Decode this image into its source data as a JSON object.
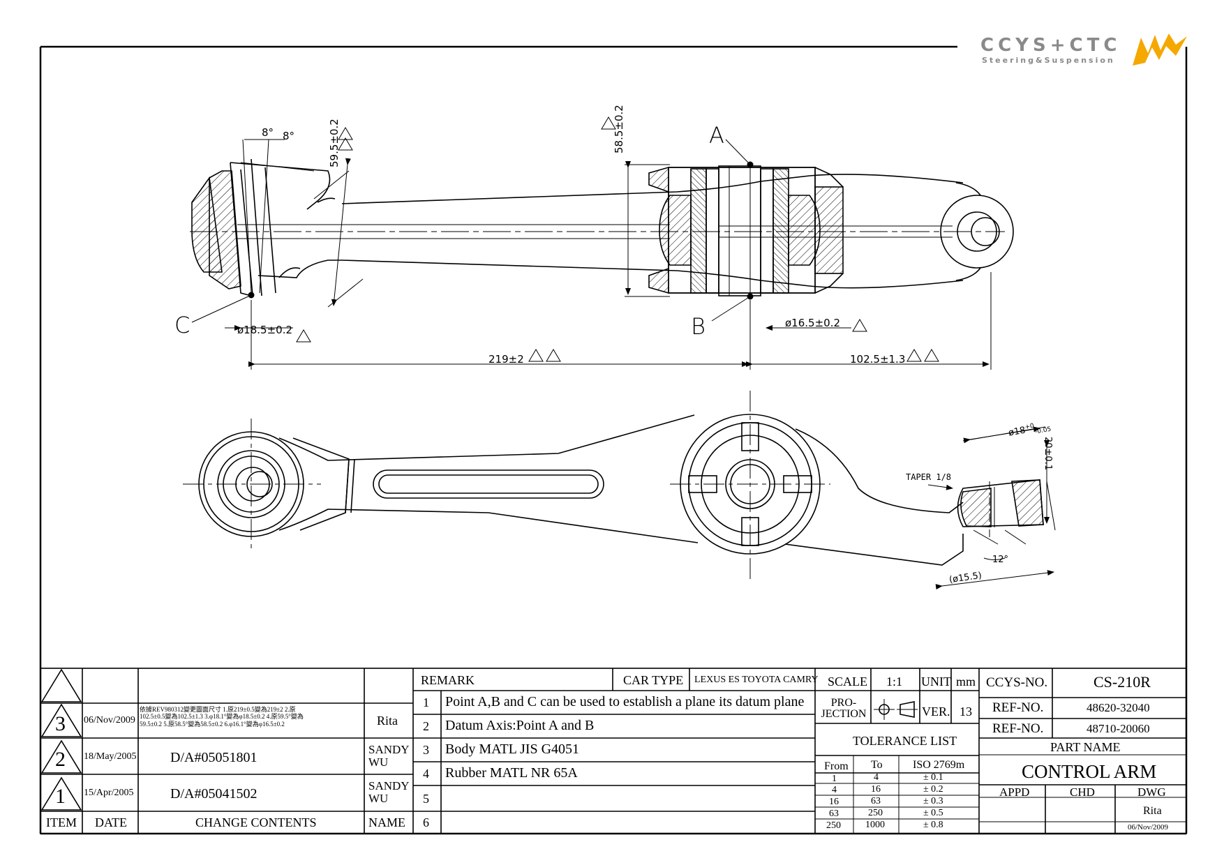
{
  "logo": {
    "brand": "CCYS+CTC",
    "tagline": "Steering&Suspension",
    "accent_color": "#f5a800"
  },
  "drawing": {
    "points": {
      "a": "A",
      "b": "B",
      "c": "C"
    },
    "angle_left": "8°",
    "angle_right": "8°",
    "dim_59_5": "59.5±0.2",
    "dim_58_5": "58.5±0.2",
    "dim_phi18_5": "ø18.5±0.2",
    "dim_phi16_5": "ø16.5±0.2",
    "dim_219": "219±2",
    "dim_102_5": "102.5±1.3",
    "taper": "TAPER 1/8",
    "dim_phi18": "ø18",
    "dim_phi18_upper_tol": "+0",
    "dim_phi18_lower_tol": "-0.05",
    "dim_20": "20±0.1",
    "dim_12deg": "12°",
    "dim_phi15_5": "(ø15.5)",
    "rev_marker_1": "1",
    "rev_marker_2": "2",
    "rev_marker_3": "3"
  },
  "revisions": [
    {
      "item": "3",
      "date": "06/Nov/2009",
      "content": "依據REV980312變更圖面尺寸 1.原219±0.5變為219±2 2.原102.5±0.5變為102.5±1.3 3.φ18.1°變為φ18.5±0.2 4.原59.5°變為59.5±0.2 5.原58.5°變為58.5±0.2 6.φ16.1°變為φ16.5±0.2",
      "name": "Rita"
    },
    {
      "item": "2",
      "date": "18/May/2005",
      "content": "D/A#05051801",
      "name": "SANDY WU"
    },
    {
      "item": "1",
      "date": "15/Apr/2005",
      "content": "D/A#05041502",
      "name": "SANDY WU"
    }
  ],
  "revision_headers": {
    "item": "ITEM",
    "date": "DATE",
    "content": "CHANGE CONTENTS",
    "name": "NAME"
  },
  "remarks": {
    "header": "REMARK",
    "car_type_label": "CAR TYPE",
    "car_type_value": "LEXUS ES TOYOTA CAMRY",
    "rows": [
      {
        "no": "1",
        "text": "Point A,B and C can be used to establish a plane its datum plane"
      },
      {
        "no": "2",
        "text": "Datum Axis:Point A and B"
      },
      {
        "no": "3",
        "text": "Body MATL JIS G4051"
      },
      {
        "no": "4",
        "text": "Rubber MATL NR 65A"
      },
      {
        "no": "5",
        "text": ""
      },
      {
        "no": "6",
        "text": ""
      }
    ]
  },
  "scale": {
    "label": "SCALE",
    "value": "1:1",
    "unit_label": "UNIT",
    "unit_value": "mm"
  },
  "projection": {
    "label": "PRO-JECTION",
    "label_line1": "PRO-",
    "label_line2": "JECTION",
    "ver_label": "VER.",
    "ver_value": "13"
  },
  "tolerance": {
    "title": "TOLERANCE LIST",
    "headers": {
      "from": "From",
      "to": "To",
      "iso": "ISO 2769m"
    },
    "rows": [
      {
        "from": "1",
        "to": "4",
        "tol": "± 0.1"
      },
      {
        "from": "4",
        "to": "16",
        "tol": "± 0.2"
      },
      {
        "from": "16",
        "to": "63",
        "tol": "± 0.3"
      },
      {
        "from": "63",
        "to": "250",
        "tol": "± 0.5"
      },
      {
        "from": "250",
        "to": "1000",
        "tol": "± 0.8"
      }
    ]
  },
  "part": {
    "ccys_label": "CCYS-NO.",
    "ccys_value": "CS-210R",
    "ref_label_1": "REF-NO.",
    "ref_value_1": "48620-32040",
    "ref_label_2": "REF-NO.",
    "ref_value_2": "48710-20060",
    "name_label": "PART NAME",
    "name_value": "CONTROL ARM"
  },
  "approval": {
    "appd": "APPD",
    "chd": "CHD",
    "dwg": "DWG",
    "dwg_name": "Rita",
    "dwg_date": "06/Nov/2009"
  }
}
